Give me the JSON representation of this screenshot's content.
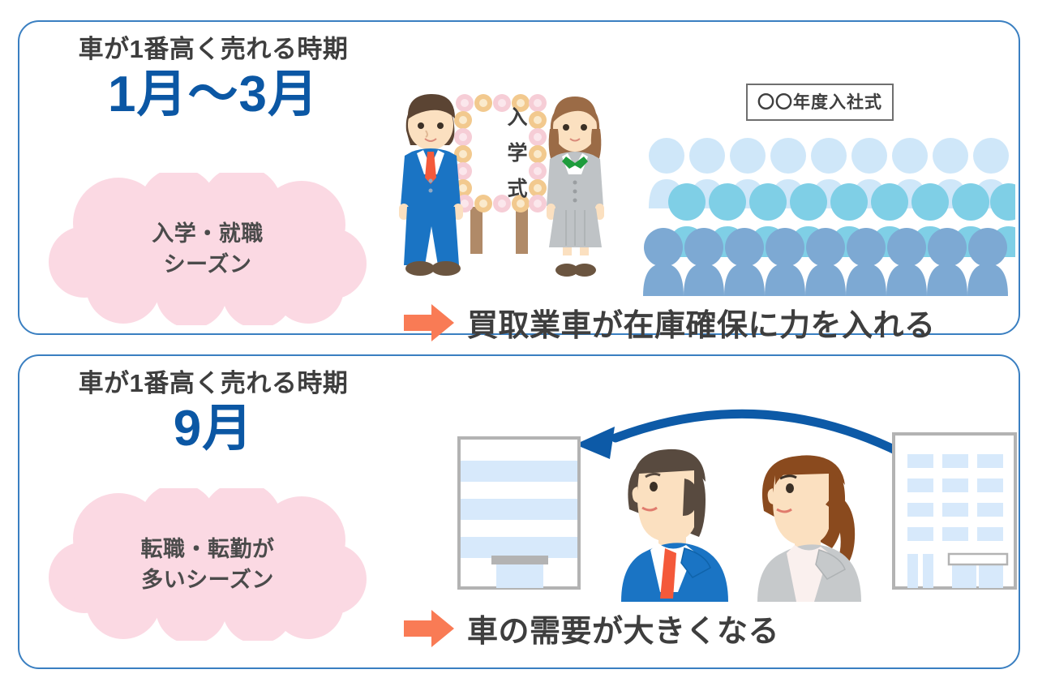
{
  "theme": {
    "panel_border": "#3a7fc1",
    "accent_blue": "#0b57a4",
    "accent_orange": "#f97b55",
    "cloud_pink": "#fbd9e3",
    "text_dark": "#3e3e3e"
  },
  "panels": [
    {
      "id": "panel-1",
      "kicker": "車が1番高く売れる時期",
      "highlight": "1月〜3月",
      "cloud_lines": [
        "入学・就職",
        "シーズン"
      ],
      "conclusion": "買取業車が在庫確保に力を入れる",
      "arrow_icon": "arrow-right-icon",
      "illustration": {
        "gate_label_chars": [
          "入",
          "学",
          "式"
        ],
        "ceremony_sign": "〇〇年度入社式",
        "crowd_rows": 3,
        "crowd_per_row": 9,
        "crowd_row_colors": [
          "#cfe7f9",
          "#7fcfe6",
          "#7da9d3"
        ],
        "student_boy": {
          "suit_color": "#1a74c4",
          "tie_color": "#f4593a",
          "hair_color": "#5b4433",
          "shoe_color": "#6b5540"
        },
        "student_girl": {
          "blazer_color": "#bfc3c6",
          "ribbon_color": "#1e9c3c",
          "hair_color": "#9b6b46",
          "shoe_color": "#6b5540"
        }
      }
    },
    {
      "id": "panel-2",
      "kicker": "車が1番高く売れる時期",
      "highlight": "9月",
      "cloud_lines": [
        "転職・転勤が",
        "多いシーズン"
      ],
      "conclusion": "車の需要が大きくなる",
      "arrow_icon": "arrow-right-icon",
      "illustration": {
        "curved_arrow_icon": "curved-arrow-left-icon",
        "curved_arrow_color": "#0d5aa7",
        "building_left": {
          "name": "office-building-striped",
          "window_color": "#d7e9fb",
          "frame_color": "#b3b3b3"
        },
        "building_right": {
          "name": "office-building-grid",
          "window_color": "#d7e9fb",
          "frame_color": "#b3b3b3"
        },
        "person_man": {
          "suit_color": "#1a74c4",
          "tie_color": "#f4593a",
          "hair_color": "#584a3f"
        },
        "person_woman": {
          "suit_color": "#c6c9cb",
          "hair_color": "#8a4a1e"
        }
      }
    }
  ]
}
